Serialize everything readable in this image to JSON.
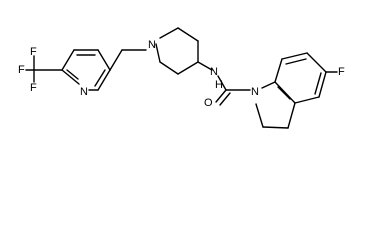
{
  "molecule": {
    "atoms": {
      "f1": "F",
      "f2": "F",
      "f3": "F",
      "n_pyridine": "N",
      "n_piperidine": "N",
      "n_amide": "N",
      "h_amide": "H",
      "o_carbonyl": "O",
      "n_indoline": "N",
      "f_aryl": "F"
    }
  },
  "colors": {
    "bond": "#000000",
    "text": "#000000",
    "background": "#ffffff"
  }
}
